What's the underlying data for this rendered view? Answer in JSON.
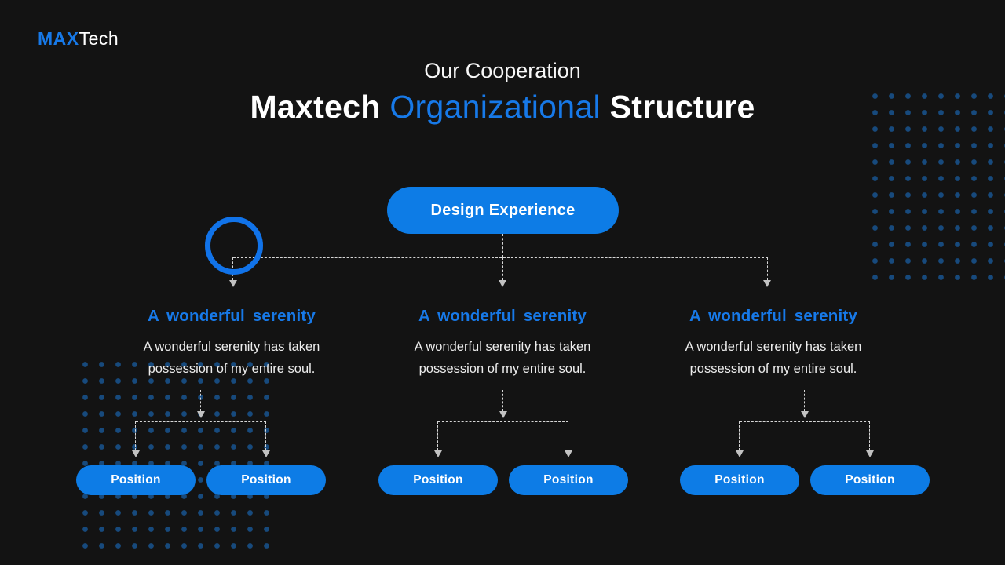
{
  "slide": {
    "logo": {
      "brand_bold": "MAX",
      "brand_light": "Tech"
    },
    "header": {
      "subtitle": "Our Cooperation",
      "title": {
        "part1": "Maxtech",
        "part2": "Organizational",
        "part3": "Structure"
      }
    },
    "org_chart": {
      "root": {
        "label": "Design Experience"
      },
      "branches": [
        {
          "heading": "A wonderful serenity",
          "body": "A wonderful serenity has taken possession of my entire soul.",
          "positions": [
            "Position",
            "Position"
          ]
        },
        {
          "heading": "A wonderful serenity",
          "body": "A wonderful serenity has taken possession of my entire soul.",
          "positions": [
            "Position",
            "Position"
          ]
        },
        {
          "heading": "A wonderful serenity",
          "body": "A wonderful serenity has taken possession of my entire soul.",
          "positions": [
            "Position",
            "Position"
          ]
        }
      ]
    },
    "colors": {
      "bg": "#131313",
      "accent": "#0d7ce6",
      "blue_text": "#1779e8",
      "dot": "#174a7d",
      "dash": "#d6d6d6",
      "arrow": "#c2c2c2"
    }
  }
}
